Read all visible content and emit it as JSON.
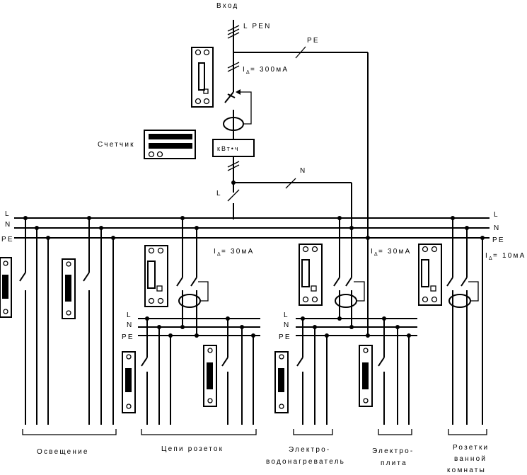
{
  "labels": {
    "input": "Вход",
    "lpen": "L PEN",
    "pe_top": "PE",
    "rcd_main": "= 300мА",
    "meter": "Счетчик",
    "kwh": "кВт•ч",
    "n_label": "N",
    "l_label": "L",
    "bus_left_l": "L",
    "bus_left_n": "N",
    "bus_left_pe": "PE",
    "bus_right_l": "L",
    "bus_right_n": "N",
    "bus_right_pe": "PE",
    "rcd_1": "= 30мА",
    "rcd_2": "= 30мА",
    "rcd_3": "= 10мА",
    "sub1_l": "L",
    "sub1_n": "N",
    "sub1_pe": "PE",
    "sub2_l": "L",
    "sub2_n": "N",
    "sub2_pe": "PE",
    "idelta": "I",
    "delta_sub": "Δ",
    "group_lighting": "Освещение",
    "group_sockets": "Цепи розеток",
    "group_heater_1": "Электро-",
    "group_heater_2": "водонагреватель",
    "group_stove_1": "Электро-",
    "group_stove_2": "плита",
    "group_bath_1": "Розетки",
    "group_bath_2": "ванной",
    "group_bath_3": "комнаты"
  }
}
